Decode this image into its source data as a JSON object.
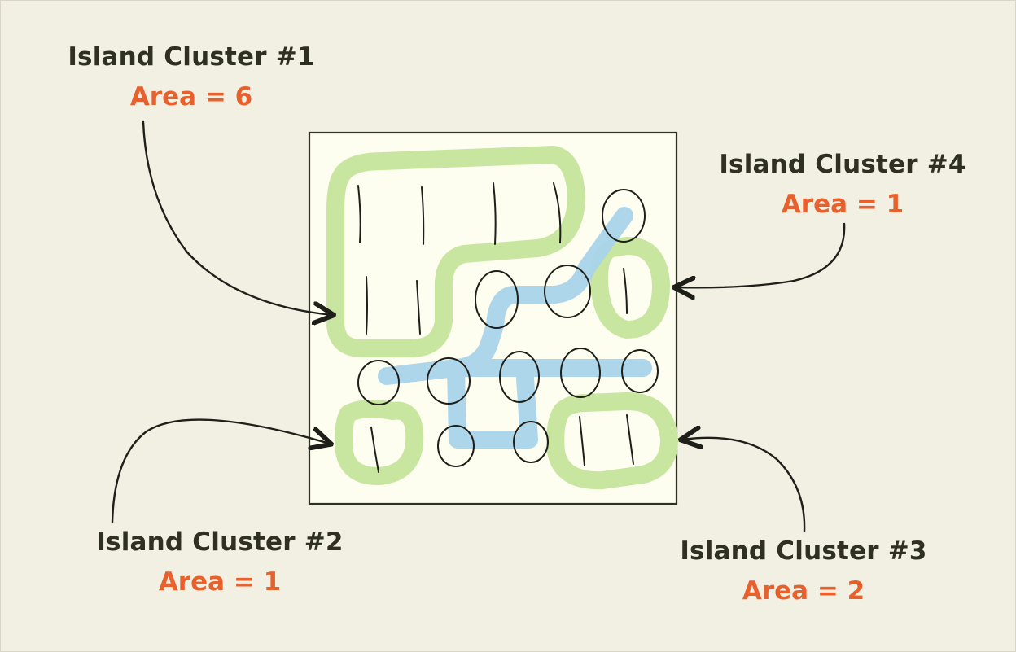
{
  "clusters": [
    {
      "id": 1,
      "title": "Island Cluster #1",
      "area": "Area = 6"
    },
    {
      "id": 2,
      "title": "Island Cluster #2",
      "area": "Area = 1"
    },
    {
      "id": 3,
      "title": "Island Cluster #3",
      "area": "Area = 2"
    },
    {
      "id": 4,
      "title": "Island Cluster #4",
      "area": "Area = 1"
    }
  ],
  "colors": {
    "background": "#f2f0e3",
    "grid_fill": "#fdfdf0",
    "grid_border": "#2f2f22",
    "island_highlight": "#c9e6a0",
    "water_path": "#a9d4ea",
    "label_text": "#2f2f22",
    "area_text": "#e8602c"
  }
}
